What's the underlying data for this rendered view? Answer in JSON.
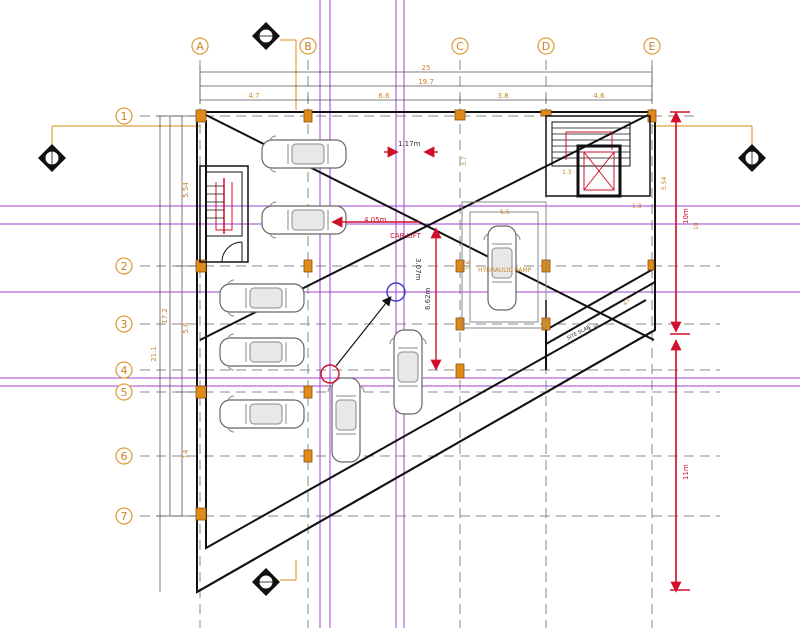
{
  "colors": {
    "grid_dash": "#7a7a7a",
    "bubble": "#e0a040",
    "purple": "#9b30c8",
    "red": "#d0102a",
    "dim_text": "#c8822a",
    "wall": "#111111",
    "column": "#e08a18",
    "car": "#777777"
  },
  "grid_columns": [
    {
      "label": "A"
    },
    {
      "label": "B"
    },
    {
      "label": "C"
    },
    {
      "label": "D"
    },
    {
      "label": "E"
    }
  ],
  "grid_rows": [
    {
      "label": "1"
    },
    {
      "label": "2"
    },
    {
      "label": "3"
    },
    {
      "label": "4"
    },
    {
      "label": "5"
    },
    {
      "label": "6"
    },
    {
      "label": "7"
    }
  ],
  "top_dims": {
    "overall_1": "25",
    "overall_2": "19.7",
    "seg_ab": "4.7",
    "seg_bc": "6.6",
    "seg_cd": "3.8",
    "seg_de": "4.6"
  },
  "left_dims": {
    "overall": "21.1",
    "total_2": "17.2",
    "seg_1": "5.54",
    "seg_2": "5.6",
    "seg_3": "14"
  },
  "annotations": {
    "dim_117": "1.17m",
    "dim_405": "4.05m",
    "dim_307": "3.07m",
    "dim_662": "6.62m",
    "dim_10": "10m",
    "dim_11": "11m",
    "car_lift": "CAR LIFT",
    "hydraulic_ramp": "HYDRAULIC RAMP",
    "stair_13a": "1.3",
    "stair_13b": "1.3",
    "stair_554": "5.54",
    "lift_55": "5.5",
    "lift_37": "3.7",
    "lift_16": "1.6",
    "ramp_text_1": "SITE SLAB",
    "ramp_text_2": "6.30",
    "ramp_42": "4.2",
    "small_10": "10"
  }
}
